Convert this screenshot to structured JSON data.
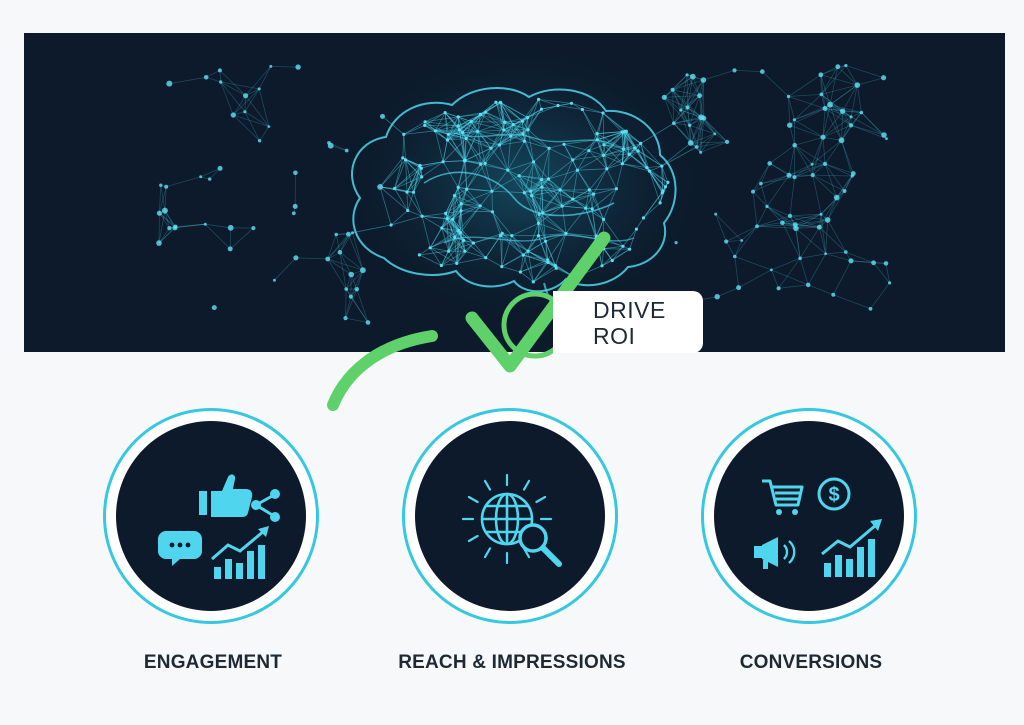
{
  "callout": {
    "line1": "DRIVE",
    "line2": "ROI"
  },
  "metrics": [
    {
      "label": "ENGAGEMENT",
      "icons": [
        "thumbs-up-icon",
        "share-icon",
        "chat-bubble-icon",
        "growth-chart-icon"
      ]
    },
    {
      "label": "REACH & IMPRESSIONS",
      "icons": [
        "globe-icon",
        "magnifier-icon"
      ]
    },
    {
      "label": "CONVERSIONS",
      "icons": [
        "shopping-cart-icon",
        "dollar-coin-icon",
        "megaphone-icon",
        "growth-chart-icon"
      ]
    }
  ],
  "colors": {
    "navy": "#0c1a2b",
    "cyan": "#4fd6ee",
    "ring": "#35c8e0",
    "check_green": "#5fd16a",
    "text": "#1d2a35"
  }
}
